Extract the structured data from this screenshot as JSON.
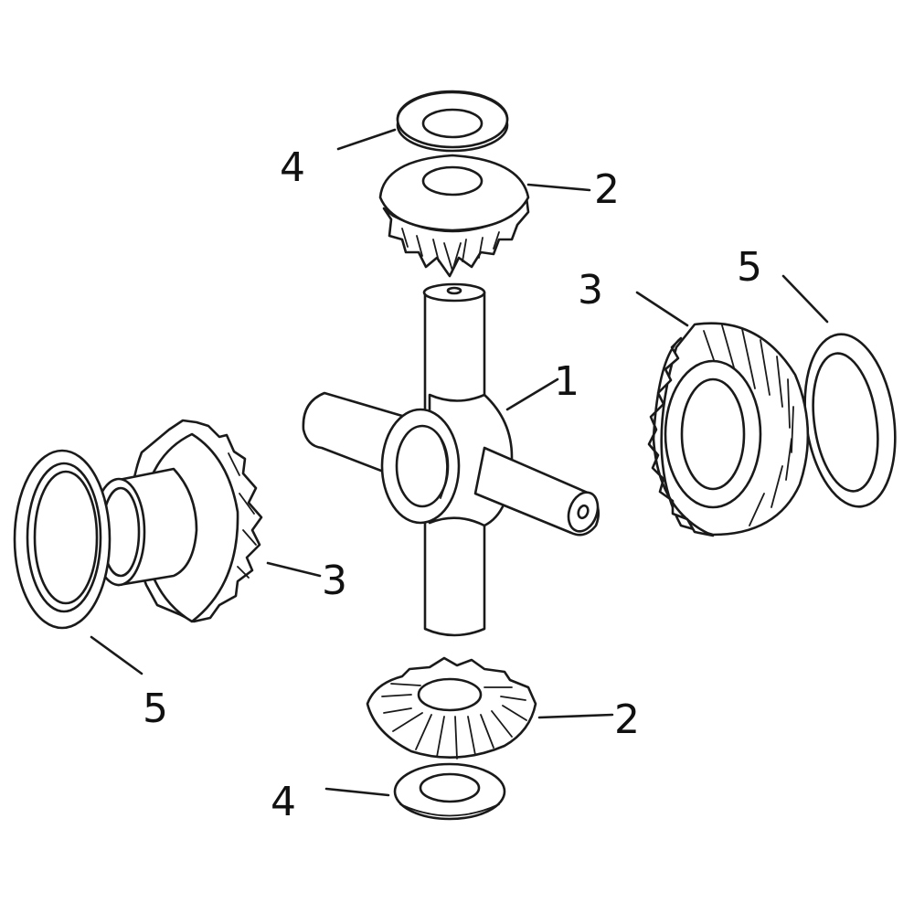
{
  "diagram": {
    "type": "exploded parts diagram",
    "subject": "differential spider gear assembly",
    "line_color": "#1a1a1a",
    "background": "#ffffff",
    "parts": [
      {
        "id": "1",
        "name": "cross shaft / spider",
        "count": 1
      },
      {
        "id": "2",
        "name": "pinion (spider) gear",
        "count": 2
      },
      {
        "id": "3",
        "name": "side gear",
        "count": 2
      },
      {
        "id": "4",
        "name": "pinion thrust washer",
        "count": 2
      },
      {
        "id": "5",
        "name": "side gear thrust washer",
        "count": 2
      }
    ],
    "callouts": {
      "top_washer": "4",
      "top_pinion": "2",
      "right_side_gear": "3",
      "right_washer": "5",
      "cross_shaft": "1",
      "left_side_gear": "3",
      "left_washer": "5",
      "bottom_pinion": "2",
      "bottom_washer": "4"
    }
  }
}
